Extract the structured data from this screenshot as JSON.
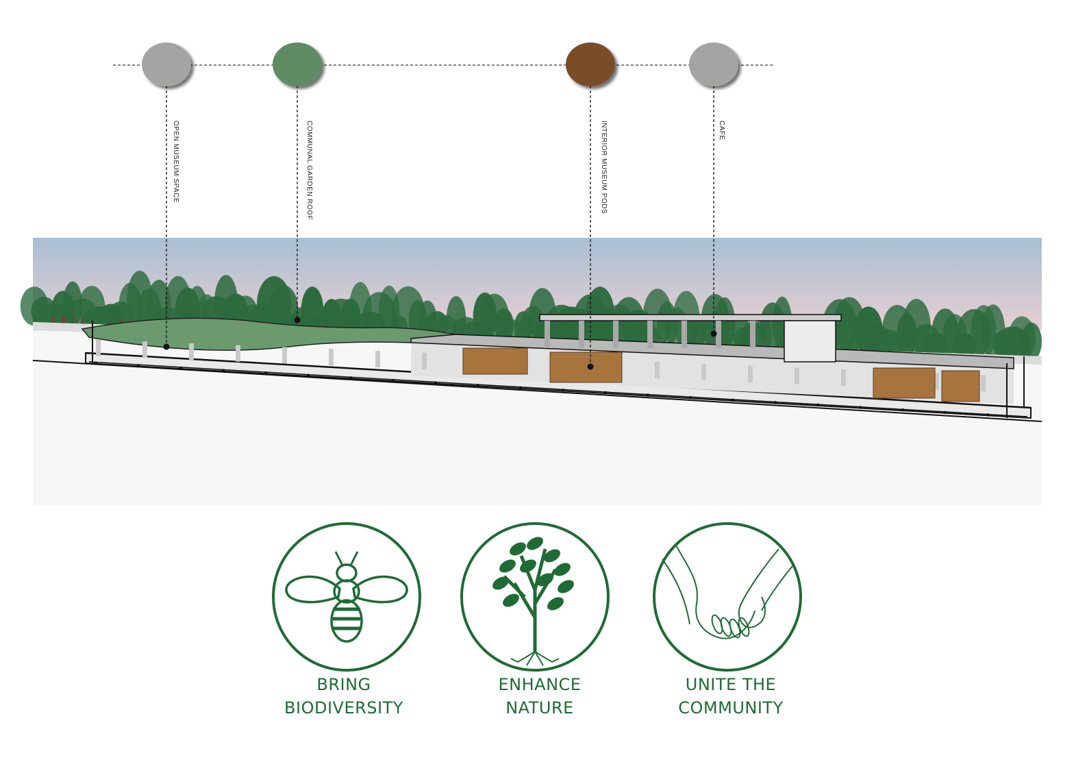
{
  "colors": {
    "grey_node": "#a4a5a3",
    "green_node": "#5e8c64",
    "brown_node": "#7a4e2c",
    "brand_green": "#1f6b35",
    "roof_green": "#6b9a6e",
    "pod_brown": "#a8743e",
    "sky_top": "#a9bfd3",
    "sky_bottom": "#e6cfd2",
    "tree_green": "#2c6a3d"
  },
  "nodes": [
    {
      "label": "OPEN MUSEUM SPACE",
      "color_key": "grey_node"
    },
    {
      "label": "COMMUNAL GARDEN ROOF",
      "color_key": "green_node"
    },
    {
      "label": "INTERIOR MUSEUM PODS",
      "color_key": "brown_node"
    },
    {
      "label": "CAFE",
      "color_key": "grey_node"
    }
  ],
  "values": [
    {
      "line1": "BRING",
      "line2": "BIODIVERSITY",
      "icon": "bee-icon"
    },
    {
      "line1": "ENHANCE",
      "line2": "NATURE",
      "icon": "tree-icon"
    },
    {
      "line1": "UNITE THE",
      "line2": "COMMUNITY",
      "icon": "holding-hands-icon"
    }
  ]
}
